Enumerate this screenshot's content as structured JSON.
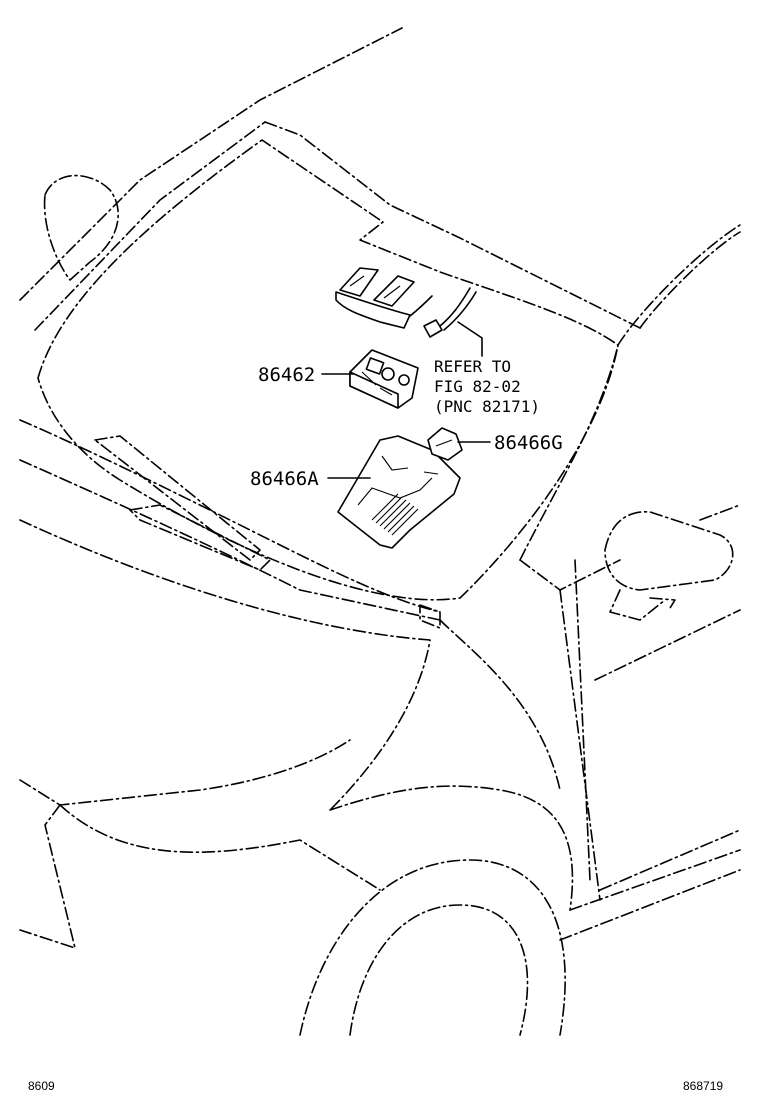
{
  "callouts": {
    "part_86462": "86462",
    "part_86466A": "86466A",
    "part_86466G": "86466G"
  },
  "reference_note": {
    "line1": "REFER TO",
    "line2": "FIG 82-02",
    "line3": "(PNC 82171)"
  },
  "footer": {
    "left_code": "8609",
    "right_code": "868719"
  }
}
